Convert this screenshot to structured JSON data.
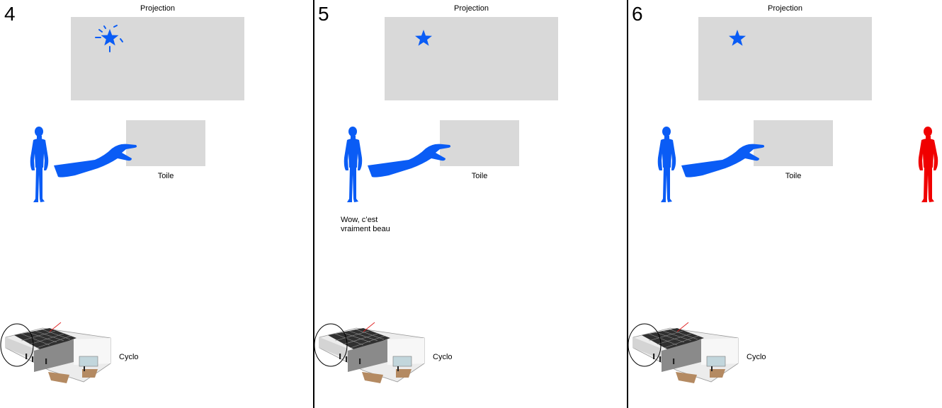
{
  "colors": {
    "figure": "#0a5cf5",
    "visitor": "#f00000",
    "screen": "#d9d9d9"
  },
  "panels": [
    {
      "number": "4",
      "projection_label": "Projection",
      "toile_label": "Toile",
      "cyclo_label": "Cyclo",
      "star_state": "sparkling-star-icon",
      "speech": null,
      "second_person": false
    },
    {
      "number": "5",
      "projection_label": "Projection",
      "toile_label": "Toile",
      "cyclo_label": "Cyclo",
      "star_state": "star-icon",
      "speech": "Wow, c’est\nvraiment beau",
      "second_person": false
    },
    {
      "number": "6",
      "projection_label": "Projection",
      "toile_label": "Toile",
      "cyclo_label": "Cyclo",
      "star_state": "star-icon",
      "speech": null,
      "second_person": true
    }
  ]
}
